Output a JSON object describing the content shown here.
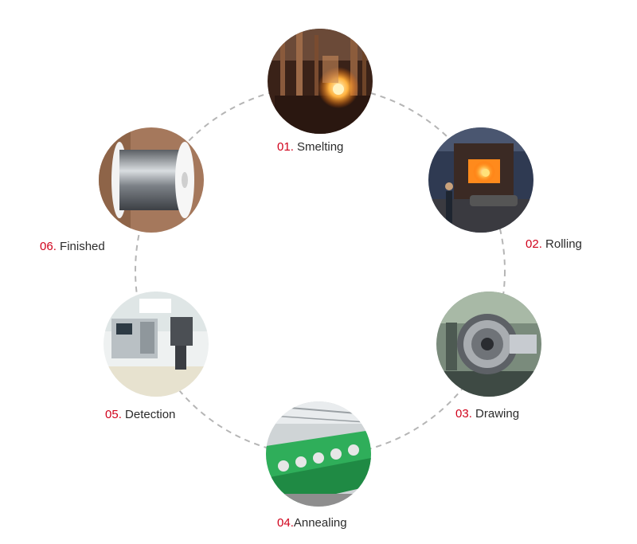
{
  "process": {
    "stages": [
      {
        "number": "01",
        "separator": ".",
        "name": " Smelting",
        "photo": "smelting-furnace-photo"
      },
      {
        "number": "02",
        "separator": ".",
        "name": " Rolling",
        "photo": "rolling-mill-photo"
      },
      {
        "number": "03",
        "separator": ".",
        "name": " Drawing",
        "photo": "wire-drawing-machine-photo"
      },
      {
        "number": "04",
        "separator": ".",
        "name": "Annealing",
        "photo": "annealing-line-photo"
      },
      {
        "number": "05",
        "separator": ".",
        "name": " Detection",
        "photo": "testing-lab-photo"
      },
      {
        "number": "06",
        "separator": ".",
        "name": " Finished",
        "photo": "wire-spool-photo"
      }
    ]
  },
  "colors": {
    "number": "#d0021b",
    "label": "#2b2b2b",
    "ring": "#b5b5b5"
  }
}
